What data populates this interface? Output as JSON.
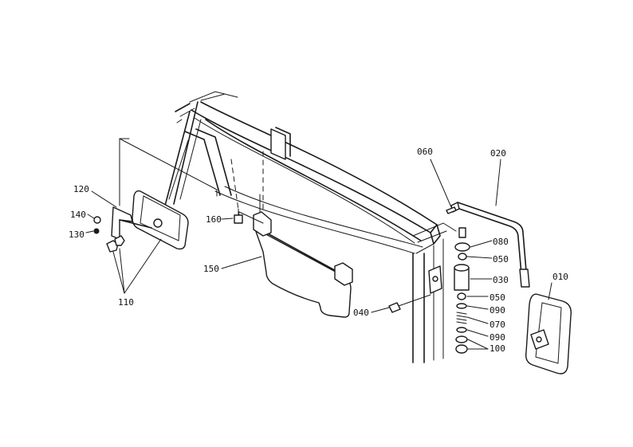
{
  "callouts": [
    {
      "id": "010",
      "text": "010"
    },
    {
      "id": "020",
      "text": "020"
    },
    {
      "id": "030",
      "text": "030"
    },
    {
      "id": "040",
      "text": "040"
    },
    {
      "id": "050a",
      "text": "050"
    },
    {
      "id": "050b",
      "text": "050"
    },
    {
      "id": "060",
      "text": "060"
    },
    {
      "id": "070",
      "text": "070"
    },
    {
      "id": "080",
      "text": "080"
    },
    {
      "id": "090a",
      "text": "090"
    },
    {
      "id": "090b",
      "text": "090"
    },
    {
      "id": "100",
      "text": "100"
    },
    {
      "id": "110",
      "text": "110"
    },
    {
      "id": "120",
      "text": "120"
    },
    {
      "id": "130",
      "text": "130"
    },
    {
      "id": "140",
      "text": "140"
    },
    {
      "id": "150",
      "text": "150"
    },
    {
      "id": "160",
      "text": "160"
    }
  ]
}
